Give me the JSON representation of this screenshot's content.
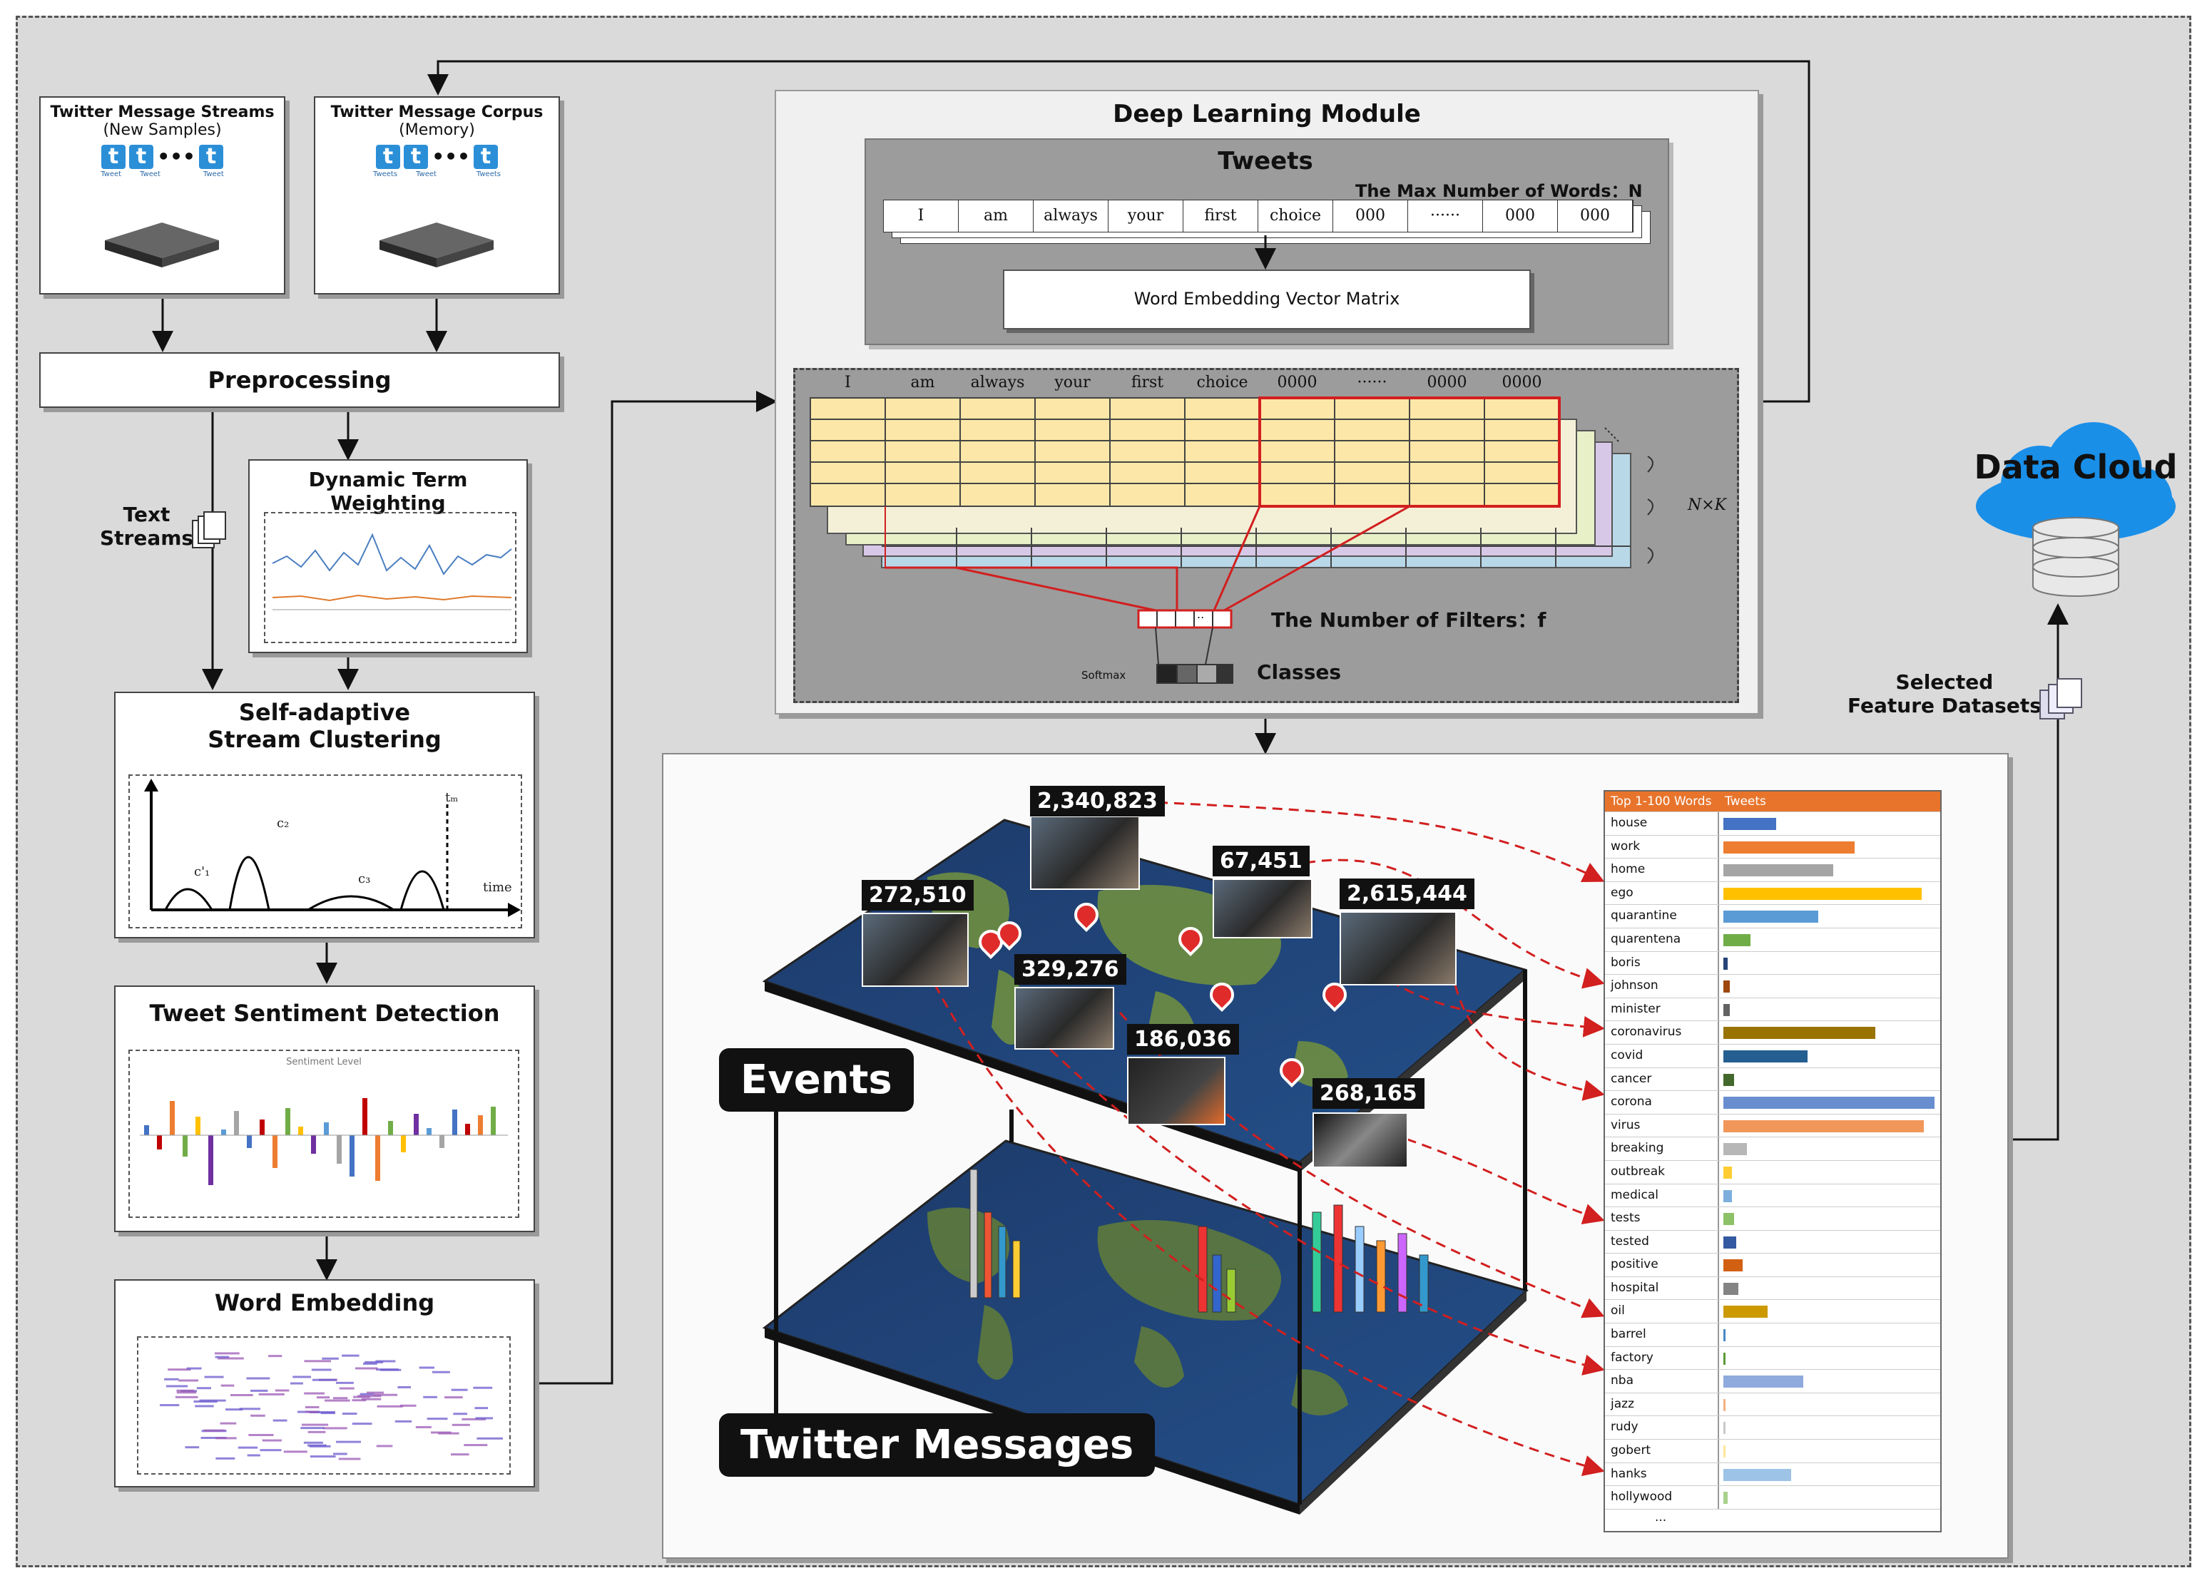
{
  "inputs": {
    "streams": {
      "title": "Twitter Message Streams",
      "subtitle": "(New Samples)",
      "icon_labels": [
        "Tweet",
        "Tweet",
        "Tweet"
      ]
    },
    "corpus": {
      "title": "Twitter Message Corpus",
      "subtitle": "(Memory)",
      "icon_labels": [
        "Tweets",
        "Tweet",
        "Tweets"
      ]
    },
    "icon_glyph": "t",
    "ellipsis": "•••"
  },
  "pipeline": {
    "preprocessing": "Preprocessing",
    "text_streams": [
      "Text",
      "Streams"
    ],
    "dynamic_term_weighting": "Dynamic Term Weighting",
    "clustering": [
      "Self-adaptive",
      "Stream Clustering"
    ],
    "clustering_labels": {
      "c1": "c'₁",
      "c2": "c₂",
      "c3": "c₃",
      "tm": "tₘ",
      "time": "time"
    },
    "sentiment": "Tweet Sentiment Detection",
    "sentiment_plot_title": "Sentiment Level",
    "word_embedding": "Word Embedding"
  },
  "deep_learning": {
    "title": "Deep Learning Module",
    "tweets": "Tweets",
    "max_words": "The Max Number of Words：N",
    "words": [
      "I",
      "am",
      "always",
      "your",
      "first",
      "choice",
      "000",
      "······",
      "000",
      "000"
    ],
    "matrix_label": "Word Embedding Vector Matrix",
    "grid_words": [
      "I",
      "am",
      "always",
      "your",
      "first",
      "choice",
      "0000",
      "······",
      "0000",
      "0000"
    ],
    "nk": "N×K",
    "filters": "The Number of Filters：f",
    "filter_dots": "..",
    "softmax": "Softmax",
    "classes": "Classes"
  },
  "data_cloud": {
    "title": "Data Cloud",
    "selected": [
      "Selected",
      "Feature Datasets"
    ]
  },
  "events": {
    "label_events": "Events",
    "label_messages": "Twitter Messages",
    "counts": [
      "2,340,823",
      "67,451",
      "272,510",
      "2,615,444",
      "329,276",
      "186,036",
      "268,165"
    ]
  },
  "word_table": {
    "headers": [
      "Top 1-100 Words",
      "Tweets"
    ],
    "rows": [
      {
        "word": "house",
        "value": 0.25,
        "color": "#4472c4"
      },
      {
        "word": "work",
        "value": 0.62,
        "color": "#ed7d31"
      },
      {
        "word": "home",
        "value": 0.52,
        "color": "#a5a5a5"
      },
      {
        "word": "ego",
        "value": 0.94,
        "color": "#ffc000"
      },
      {
        "word": "quarantine",
        "value": 0.45,
        "color": "#5b9bd5"
      },
      {
        "word": "quarentena",
        "value": 0.13,
        "color": "#70ad47"
      },
      {
        "word": "boris",
        "value": 0.02,
        "color": "#264478"
      },
      {
        "word": "johnson",
        "value": 0.03,
        "color": "#9e480e"
      },
      {
        "word": "minister",
        "value": 0.03,
        "color": "#636363"
      },
      {
        "word": "coronavirus",
        "value": 0.72,
        "color": "#997300"
      },
      {
        "word": "covid",
        "value": 0.4,
        "color": "#255e91"
      },
      {
        "word": "cancer",
        "value": 0.05,
        "color": "#43682b"
      },
      {
        "word": "corona",
        "value": 1.0,
        "color": "#698ed0"
      },
      {
        "word": "virus",
        "value": 0.95,
        "color": "#f1975a"
      },
      {
        "word": "breaking",
        "value": 0.11,
        "color": "#b7b7b7"
      },
      {
        "word": "outbreak",
        "value": 0.04,
        "color": "#ffcd33"
      },
      {
        "word": "medical",
        "value": 0.04,
        "color": "#7cafdd"
      },
      {
        "word": "tests",
        "value": 0.05,
        "color": "#8cc168"
      },
      {
        "word": "tested",
        "value": 0.06,
        "color": "#335aa1"
      },
      {
        "word": "positive",
        "value": 0.09,
        "color": "#d26012"
      },
      {
        "word": "hospital",
        "value": 0.07,
        "color": "#848484"
      },
      {
        "word": "oil",
        "value": 0.21,
        "color": "#cc9a00"
      },
      {
        "word": "barrel",
        "value": 0.01,
        "color": "#4a88c6"
      },
      {
        "word": "factory",
        "value": 0.01,
        "color": "#5b9a34"
      },
      {
        "word": "nba",
        "value": 0.38,
        "color": "#8faadc"
      },
      {
        "word": "jazz",
        "value": 0.01,
        "color": "#f4b183"
      },
      {
        "word": "rudy",
        "value": 0.01,
        "color": "#c9c9c9"
      },
      {
        "word": "gobert",
        "value": 0.01,
        "color": "#ffe699"
      },
      {
        "word": "hanks",
        "value": 0.32,
        "color": "#9dc3e6"
      },
      {
        "word": "hollywood",
        "value": 0.02,
        "color": "#a9d18e"
      }
    ],
    "more": "..."
  }
}
